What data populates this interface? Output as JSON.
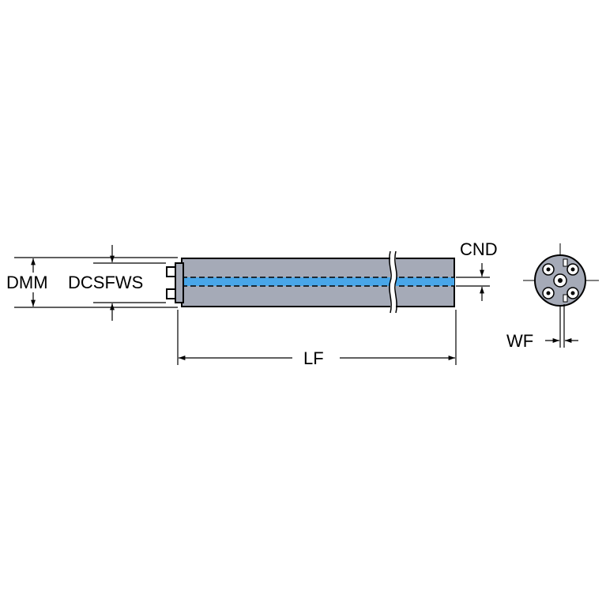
{
  "labels": {
    "dmm": "DMM",
    "dcsfws": "DCSFWS",
    "cnd": "CND",
    "lf": "LF",
    "wf": "WF"
  },
  "colors": {
    "body": "#a5aab7",
    "coolant": "#49a6e8",
    "line": "#000000"
  },
  "icons": [
    "front-view-icon",
    "clamp-screw-icon"
  ]
}
